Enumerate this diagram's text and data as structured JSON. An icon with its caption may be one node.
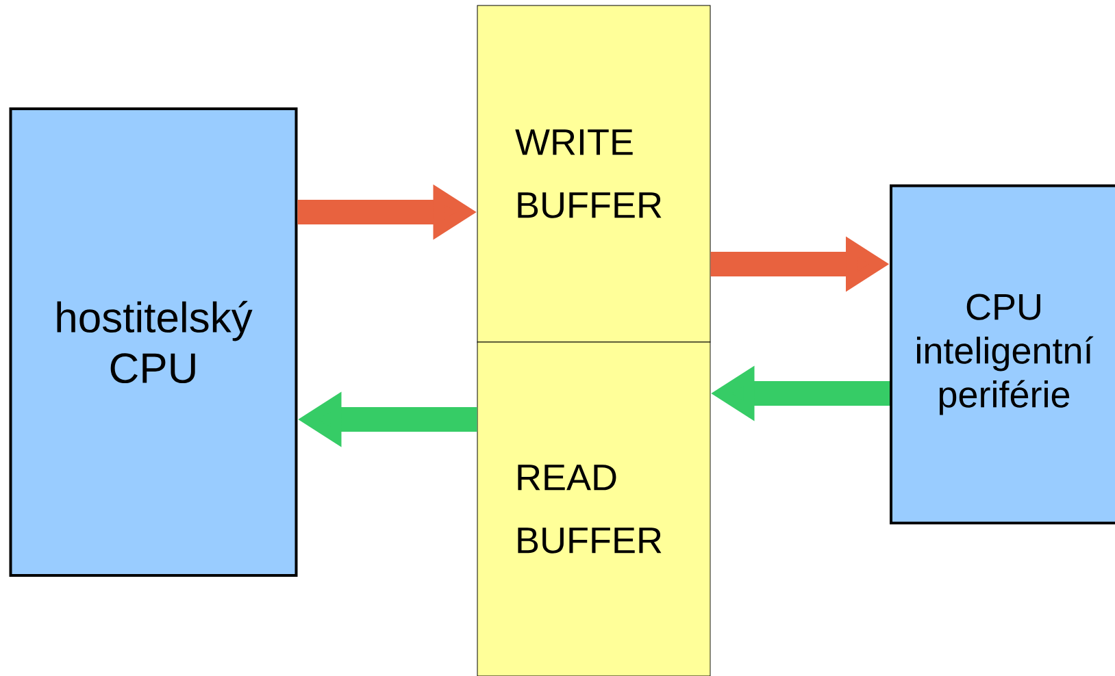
{
  "diagram": {
    "nodes": [
      {
        "text": [
          "hostitelský CPU"
        ]
      },
      {
        "text": [
          "WRITE BUFFER"
        ]
      },
      {
        "text": [
          "READ BUFFER"
        ]
      },
      {
        "text": [
          "CPU inteligentní periférie"
        ]
      }
    ],
    "edges": [
      {
        "from": 0,
        "to": 1,
        "arrow": "to",
        "color": "#e8623f"
      },
      {
        "from": 1,
        "to": 3,
        "arrow": "to",
        "color": "#e8623f"
      },
      {
        "from": 3,
        "to": 2,
        "arrow": "to",
        "color": "#36cc66"
      },
      {
        "from": 2,
        "to": 0,
        "arrow": "to",
        "color": "#36cc66"
      }
    ]
  }
}
